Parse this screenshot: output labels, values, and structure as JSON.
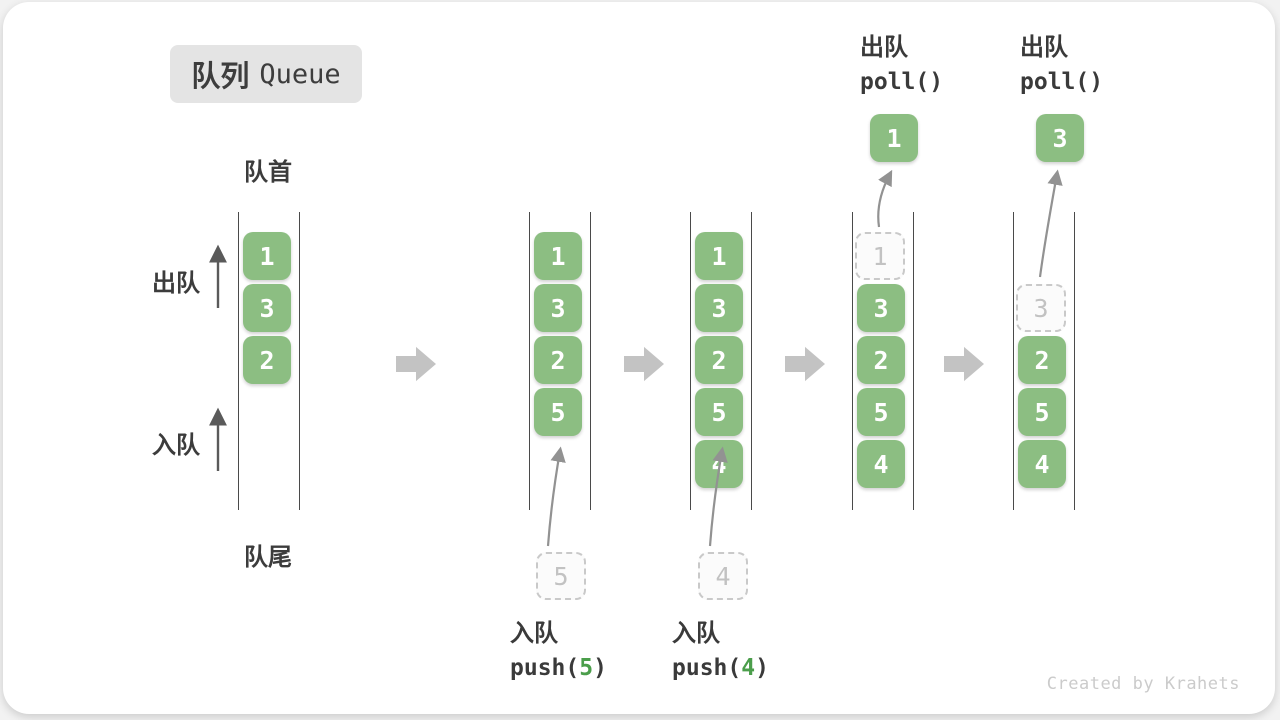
{
  "title": {
    "zh": "队列",
    "en": "Queue"
  },
  "side_labels": {
    "front": "队首",
    "rear": "队尾",
    "dequeue": "出队",
    "enqueue": "入队"
  },
  "stages": [
    {
      "items": [
        "1",
        "3",
        "2"
      ]
    },
    {
      "items": [
        "1",
        "3",
        "2",
        "5"
      ],
      "pending_item": "5",
      "op": {
        "label": "入队",
        "code_pre": "push(",
        "code_arg": "5",
        "code_post": ")"
      }
    },
    {
      "items": [
        "1",
        "3",
        "2",
        "5",
        "4"
      ],
      "pending_item": "4",
      "op": {
        "label": "入队",
        "code_pre": "push(",
        "code_arg": "4",
        "code_post": ")"
      }
    },
    {
      "removed_item": "1",
      "items": [
        "3",
        "2",
        "5",
        "4"
      ],
      "op": {
        "label": "出队",
        "code": "poll()"
      }
    },
    {
      "removed_item": "3",
      "items": [
        "2",
        "5",
        "4"
      ],
      "op": {
        "label": "出队",
        "code": "poll()"
      }
    }
  ],
  "footer": {
    "credit": "Created by Krahets"
  },
  "colors": {
    "item_green": "#8cbe82",
    "accent_green": "#4b9e4b",
    "ghost_gray": "#c9c9c9",
    "block_arrow_gray": "#c3c3c3",
    "line_dark": "#4a4a4a",
    "text_dark": "#3c3c3c",
    "credit_gray": "#cbcbcb"
  }
}
